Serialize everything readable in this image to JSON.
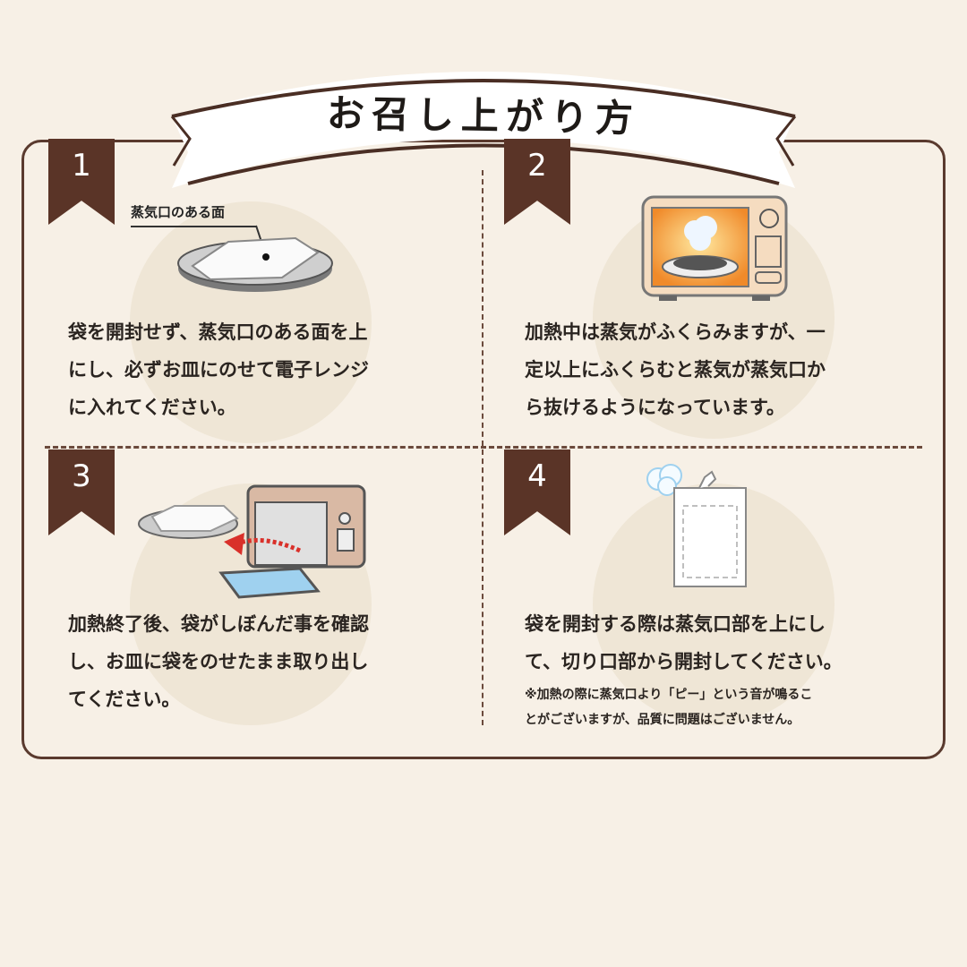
{
  "title": "お召し上がり方",
  "colors": {
    "background": "#f7f0e6",
    "frame": "#5a3a2e",
    "badge": "#5a3427",
    "text": "#2a2420",
    "accent_red": "#d9302a"
  },
  "steps": [
    {
      "number": "1",
      "image_label": "蒸気口のある面",
      "lines": [
        "袋を開封せず、蒸気口のある面を上",
        "にし、必ずお皿にのせて電子レンジ",
        "に入れてください。"
      ],
      "illustration": "pouch-on-plate-icon"
    },
    {
      "number": "2",
      "lines": [
        "加熱中は蒸気がふくらみますが、一",
        "定以上にふくらむと蒸気が蒸気口か",
        "ら抜けるようになっています。"
      ],
      "illustration": "microwave-steam-icon"
    },
    {
      "number": "3",
      "lines": [
        "加熱終了後、袋がしぼんだ事を確認",
        "し、お皿に袋をのせたまま取り出し",
        "てください。"
      ],
      "illustration": "remove-from-microwave-icon"
    },
    {
      "number": "4",
      "lines": [
        "袋を開封する際は蒸気口部を上にし",
        "て、切り口部から開封してください。"
      ],
      "note": [
        "※加熱の際に蒸気口より「ピー」という音が鳴るこ",
        "とがございますが、品質に問題はございません。"
      ],
      "illustration": "open-pouch-icon"
    }
  ]
}
